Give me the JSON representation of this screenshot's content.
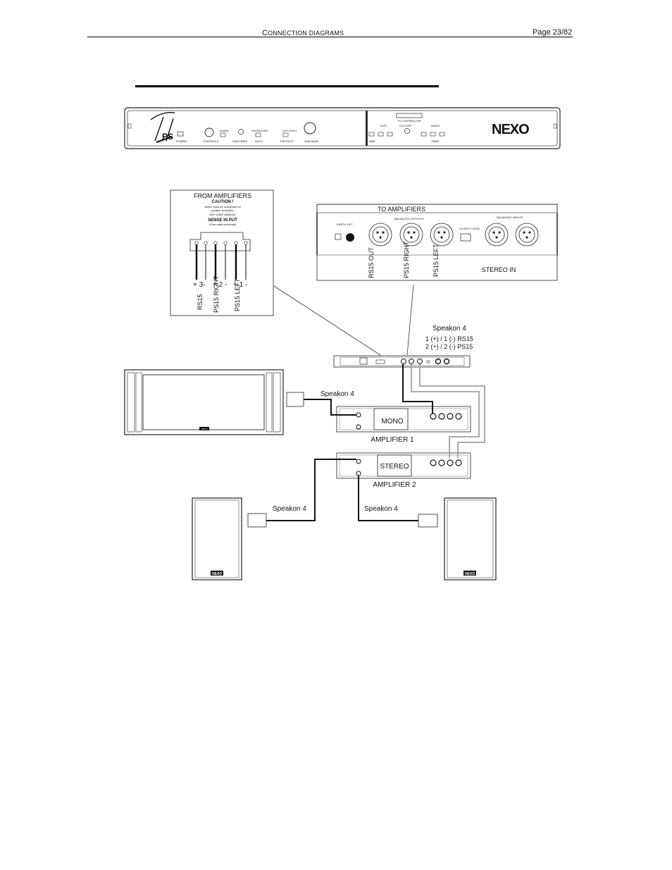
{
  "header": {
    "title_cap": "C",
    "title_rest": "ONNECTION DIAGRAMS",
    "page": "Page 23/82"
  },
  "front_panel": {
    "model_badge": "PS",
    "brand": "NEXO",
    "controls": [
      "POWER",
      "CONTROLS",
      "AUDIO",
      "FEATURES",
      "ENGIN.DISP.",
      "AUTO",
      "CLIP LIGHT",
      "PROTECT",
      "SUB BASS",
      "LEFT",
      "CUT-OFF",
      "TEMP",
      "AMP",
      "RIGHT"
    ],
    "display_label": "TS CONTROLLER"
  },
  "sense_panel": {
    "title": "FROM AMPLIFIERS",
    "caution": "CAUTION !",
    "caution_text_1": "Sense must be connected for",
    "caution_text_2": "speaker protection",
    "see_manual": "SEE USER MANUAL",
    "sense_input": "SENSE IN PUT",
    "sense_sub": "(From amp terminals)",
    "terminals": [
      "+ 3-",
      "+ 2 -",
      "+ 1 -"
    ],
    "channels": [
      "RS15",
      "PS15 RIGHT",
      "PS15 LEFT"
    ]
  },
  "rear_panel": {
    "title": "TO AMPLIFIERS",
    "outputs": [
      "RS15 OUT",
      "PS15 RIGHT",
      "PS15 LEFT"
    ],
    "input": "STEREO IN",
    "small_labels": [
      "EARTH LIFT",
      "BALANCED OUTPUTS",
      "OUTPUT LEVEL",
      "BALANCED INPUTS"
    ]
  },
  "wiring": {
    "speakon_top": "Speakon 4",
    "speakon_line1": "1 (+) / 1 (-) RS15",
    "speakon_line2": "2 (+) / 2 (-) PS15",
    "speakon_sub": "Speakon 4",
    "speakon_left": "Speakon 4",
    "speakon_right": "Speakon 4"
  },
  "amplifiers": [
    {
      "mode": "MONO",
      "name": "AMPLIFIER 1"
    },
    {
      "mode": "STEREO",
      "name": "AMPLIFIER 2"
    }
  ],
  "logos": {
    "sub": "NEXO",
    "left": "NEXO",
    "right": "NEXO"
  }
}
